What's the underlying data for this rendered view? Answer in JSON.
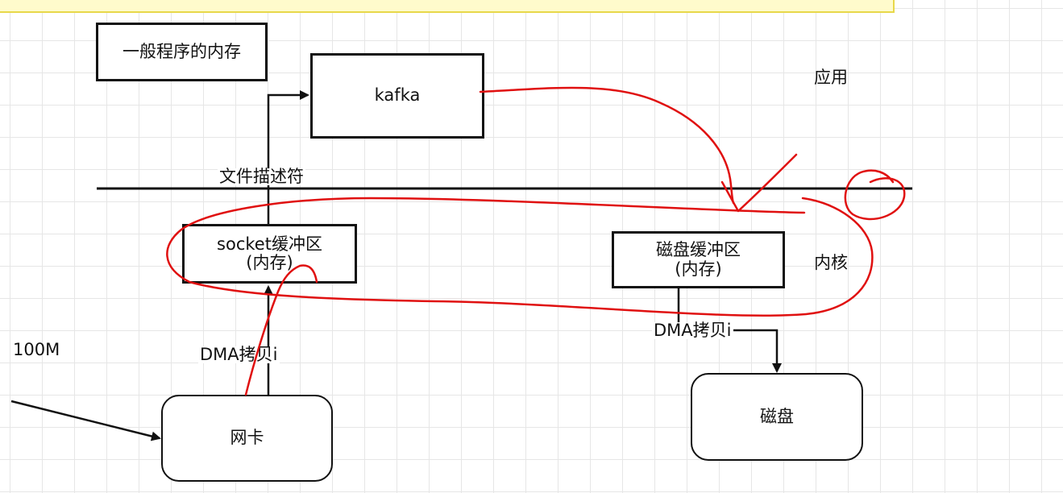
{
  "boxes": {
    "general_memory": "一般程序的内存",
    "kafka": "kafka",
    "socket_buffer_line1": "socket缓冲区",
    "socket_buffer_line2": "(内存)",
    "disk_buffer_line1": "磁盘缓冲区",
    "disk_buffer_line2": "(内存)",
    "nic": "网卡",
    "disk": "磁盘"
  },
  "labels": {
    "application": "应用",
    "kernel": "内核",
    "file_descriptor": "文件描述符",
    "dma_copy_left": "DMA拷贝i",
    "dma_copy_right": "DMA拷贝i",
    "bandwidth": "100M"
  },
  "colors": {
    "line": "#111111",
    "annotation": "#e01010",
    "grid": "#e6e6e6",
    "banner": "#fffbcc"
  }
}
